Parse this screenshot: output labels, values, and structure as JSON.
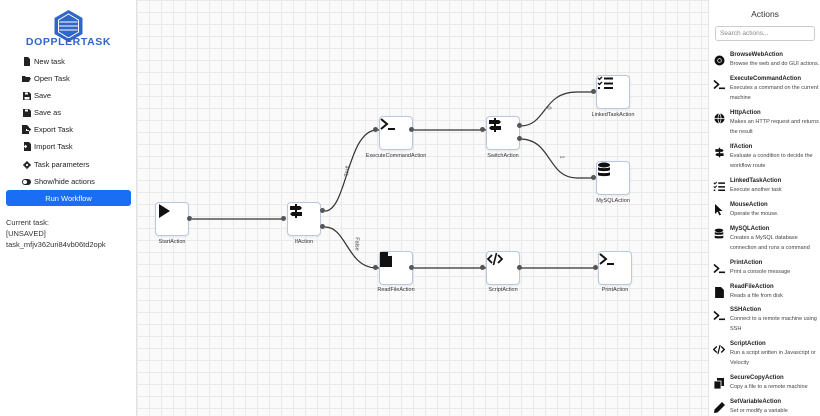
{
  "app": {
    "logo_text": "DOPPLERTASK",
    "accent": "#1a6ef5"
  },
  "menu": {
    "new_task": "New task",
    "open_task": "Open Task",
    "save": "Save",
    "save_as": "Save as",
    "export_task": "Export Task",
    "import_task": "Import Task",
    "task_parameters": "Task parameters",
    "show_hide_actions": "Show/hide actions",
    "run_workflow": "Run Workflow"
  },
  "task_info": {
    "current_task_label": "Current task:",
    "status": "[UNSAVED]",
    "task_id": "task_mfjv362uri84vb06td2opk"
  },
  "workflow": {
    "nodes": {
      "start": {
        "label": "StartAction",
        "icon": "play-icon"
      },
      "if": {
        "label": "IfAction",
        "icon": "signpost-icon"
      },
      "execute_command": {
        "label": "ExecuteCommandAction",
        "icon": "terminal-icon"
      },
      "switch": {
        "label": "SwitchAction",
        "icon": "signpost-icon"
      },
      "linked_task": {
        "label": "LinkedTaskAction",
        "icon": "checklist-icon"
      },
      "mysql": {
        "label": "MySQLAction",
        "icon": "database-icon"
      },
      "read_file": {
        "label": "ReadFileAction",
        "icon": "file-icon"
      },
      "script": {
        "label": "ScriptAction",
        "icon": "code-icon"
      },
      "print": {
        "label": "PrintAction",
        "icon": "terminal-icon"
      }
    },
    "edge_labels": {
      "true": "True",
      "false": "False",
      "case0": "0",
      "case1": "1"
    }
  },
  "actions_panel": {
    "title": "Actions",
    "search_placeholder": "Search actions...",
    "items": [
      {
        "name": "BrowseWebAction",
        "desc": "Browse the web and do GUI actions.",
        "icon": "chrome-icon"
      },
      {
        "name": "ExecuteCommandAction",
        "desc": "Executes a command on the current machine",
        "icon": "terminal-icon"
      },
      {
        "name": "HttpAction",
        "desc": "Makes an HTTP request and returns the result",
        "icon": "globe-icon"
      },
      {
        "name": "IfAction",
        "desc": "Evaluate a condition to decide the workflow route",
        "icon": "signpost-icon"
      },
      {
        "name": "LinkedTaskAction",
        "desc": "Execute another task",
        "icon": "checklist-icon"
      },
      {
        "name": "MouseAction",
        "desc": "Operate the mouse.",
        "icon": "cursor-icon"
      },
      {
        "name": "MySQLAction",
        "desc": "Creates a MySQL database connection and runs a command",
        "icon": "database-icon"
      },
      {
        "name": "PrintAction",
        "desc": "Print a console message",
        "icon": "terminal-icon"
      },
      {
        "name": "ReadFileAction",
        "desc": "Reads a file from disk",
        "icon": "file-icon"
      },
      {
        "name": "SSHAction",
        "desc": "Connect to a remote machine using SSH",
        "icon": "terminal-icon"
      },
      {
        "name": "ScriptAction",
        "desc": "Run a script written in Javascript or Velocity",
        "icon": "code-icon"
      },
      {
        "name": "SecureCopyAction",
        "desc": "Copy a file to a remote machine",
        "icon": "copy-icon"
      },
      {
        "name": "SetVariableAction",
        "desc": "Set or modify a variable",
        "icon": "pencil-icon"
      }
    ]
  }
}
